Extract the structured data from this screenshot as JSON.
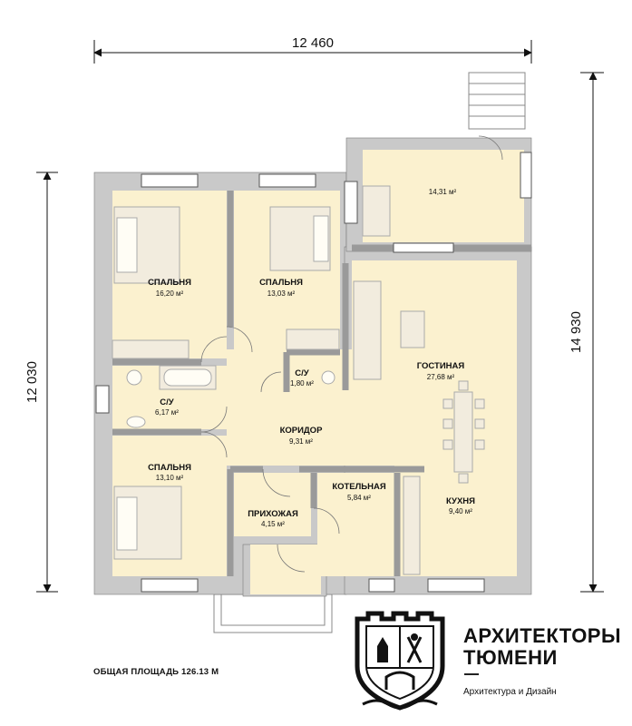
{
  "dimensions": {
    "top_width": "12 460",
    "right_height": "14 930",
    "left_height": "12 030"
  },
  "rooms": {
    "bedroom1": {
      "name": "СПАЛЬНЯ",
      "area": "16,20 м²"
    },
    "bedroom2": {
      "name": "СПАЛЬНЯ",
      "area": "13,03 м²"
    },
    "bathroom_small": {
      "name": "С/У",
      "area": "1,80 м²"
    },
    "bathroom": {
      "name": "С/У",
      "area": "6,17 м²"
    },
    "living": {
      "name": "ГОСТИНАЯ",
      "area": "27,68 м²"
    },
    "terrace": {
      "name": "",
      "area": "14,31 м²"
    },
    "corridor": {
      "name": "КОРИДОР",
      "area": "9,31 м²"
    },
    "bedroom3": {
      "name": "СПАЛЬНЯ",
      "area": "13,10 м²"
    },
    "hall": {
      "name": "ПРИХОЖАЯ",
      "area": "4,15 м²"
    },
    "boiler": {
      "name": "КОТЕЛЬНАЯ",
      "area": "5,84 м²"
    },
    "kitchen": {
      "name": "КУХНЯ",
      "area": "9,40 м²"
    }
  },
  "total_area": "ОБЩАЯ ПЛОЩАДЬ 126.13 М",
  "brand": {
    "line1": "АРХИТЕКТОРЫ",
    "line2": "ТЮМЕНИ",
    "subtitle": "Архитектура и Дизайн"
  },
  "colors": {
    "wall": "#c9c9c9",
    "floor": "#fbf1cf",
    "furniture": "#f2ecde",
    "outline": "#111111"
  }
}
